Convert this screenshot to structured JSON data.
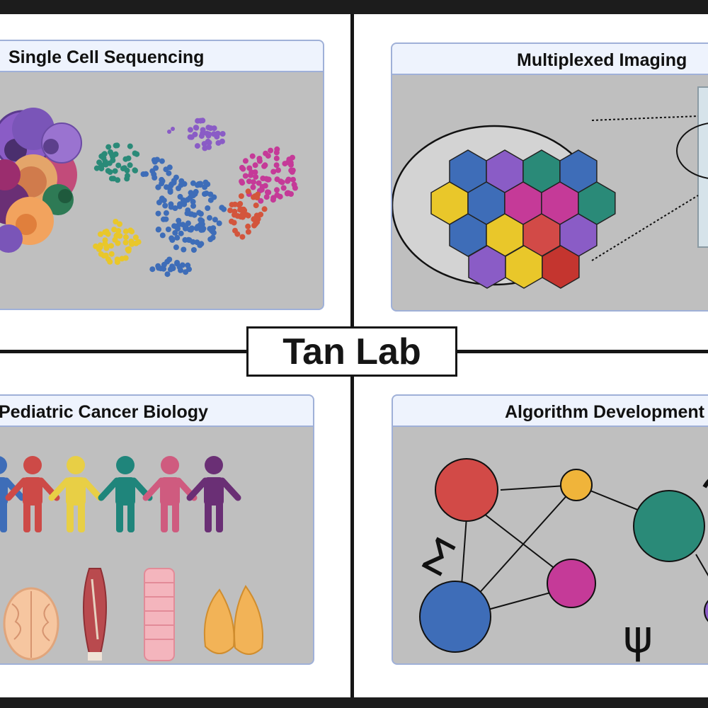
{
  "lab_title": "Tan Lab",
  "panels": {
    "single_cell": {
      "title": "Single Cell Sequencing"
    },
    "multiplexed": {
      "title": "Multiplexed Imaging"
    },
    "pediatric": {
      "title": "Pediatric Cancer Biology"
    },
    "algorithm": {
      "title": "Algorithm Development"
    }
  },
  "symbols": {
    "sigma": "Σ",
    "psi": "ψ"
  },
  "icons": [
    "cell-cluster-icon",
    "umap-scatter-icon",
    "hexagon-tissue-icon",
    "slide-icon",
    "people-icon",
    "brain-icon",
    "muscle-icon",
    "intestine-icon",
    "adrenal-icon",
    "network-graph-icon"
  ],
  "colors": {
    "panel_bg": "#bfbfbf",
    "header_bg": "#eef3fd",
    "panel_border": "#9fb0d8",
    "divider": "#151515",
    "teal": "#2a8a78",
    "blue": "#3e6db8",
    "purple": "#8a5cc6",
    "magenta": "#c53a98",
    "orange_red": "#d3553c",
    "yellow": "#e9c72a",
    "red": "#d24a47",
    "people_red": "#cd4a47",
    "people_yellow": "#e8cf45",
    "people_teal": "#1f857b",
    "people_pink": "#cf5b7f",
    "people_purple": "#6a2f75",
    "people_blue": "#3e6db8",
    "node_red": "#d24a47",
    "node_orange": "#f0b43a",
    "node_teal": "#2a8a78",
    "node_magenta": "#c53a98",
    "node_blue": "#3e6db8"
  }
}
